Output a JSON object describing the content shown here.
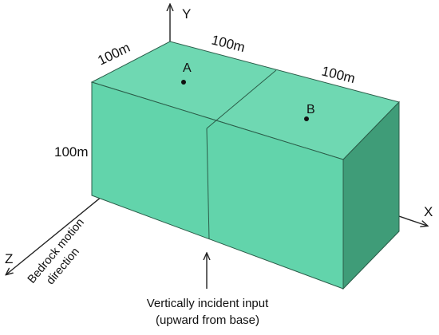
{
  "axes": {
    "y_label": "Y",
    "x_label": "X",
    "z_label": "Z"
  },
  "dimensions": {
    "depth_label": "100m",
    "width_left_label": "100m",
    "width_right_label": "100m",
    "height_label": "100m"
  },
  "points": {
    "a_label": "A",
    "b_label": "B"
  },
  "annotations": {
    "bedrock_line1": "Bedrock motion",
    "bedrock_line2": "direction",
    "input_line1": "Vertically incident input",
    "input_line2": "(upward from base)"
  },
  "colors": {
    "top_face": "#6fd8b2",
    "front_face": "#62d4ab",
    "side_face": "#3f9c78",
    "edge": "#2b5d49",
    "axis": "#222222"
  }
}
